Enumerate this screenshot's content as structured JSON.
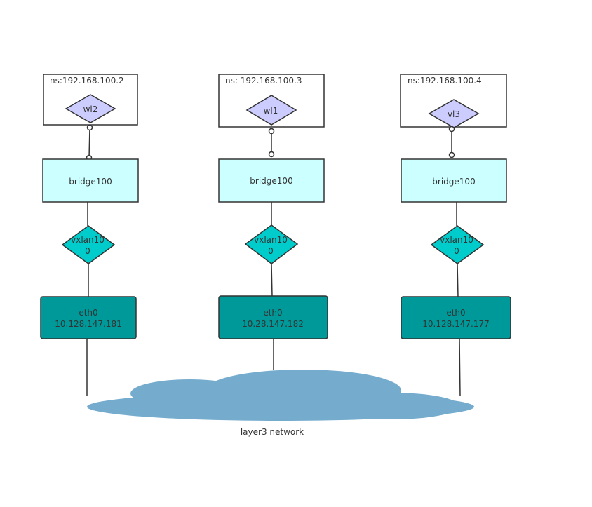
{
  "colors": {
    "namespace_fill": "#ffffff",
    "veth_fill": "#ccccff",
    "bridge_fill": "#ccffff",
    "vxlan_fill": "#00cccc",
    "eth_fill": "#009999",
    "cloud_fill": "#75acce",
    "stroke": "#333333"
  },
  "hosts": [
    {
      "namespace_label": "ns:192.168.100.2",
      "veth_label": "wl2",
      "bridge_label": "bridge100",
      "vxlan_label_line1": "vxlan10",
      "vxlan_label_line2": "0",
      "eth_label_line1": "eth0",
      "eth_label_line2": "10.128.147.181"
    },
    {
      "namespace_label": "ns: 192.168.100.3",
      "veth_label": "wl1",
      "bridge_label": "bridge100",
      "vxlan_label_line1": "vxlan10",
      "vxlan_label_line2": "0",
      "eth_label_line1": "eth0",
      "eth_label_line2": "10.28.147.182"
    },
    {
      "namespace_label": "ns:192.168.100.4",
      "veth_label": "vl3",
      "bridge_label": "bridge100",
      "vxlan_label_line1": "vxlan10",
      "vxlan_label_line2": "0",
      "eth_label_line1": "eth0",
      "eth_label_line2": "10.128.147.177"
    }
  ],
  "network": {
    "label": "layer3 network"
  }
}
